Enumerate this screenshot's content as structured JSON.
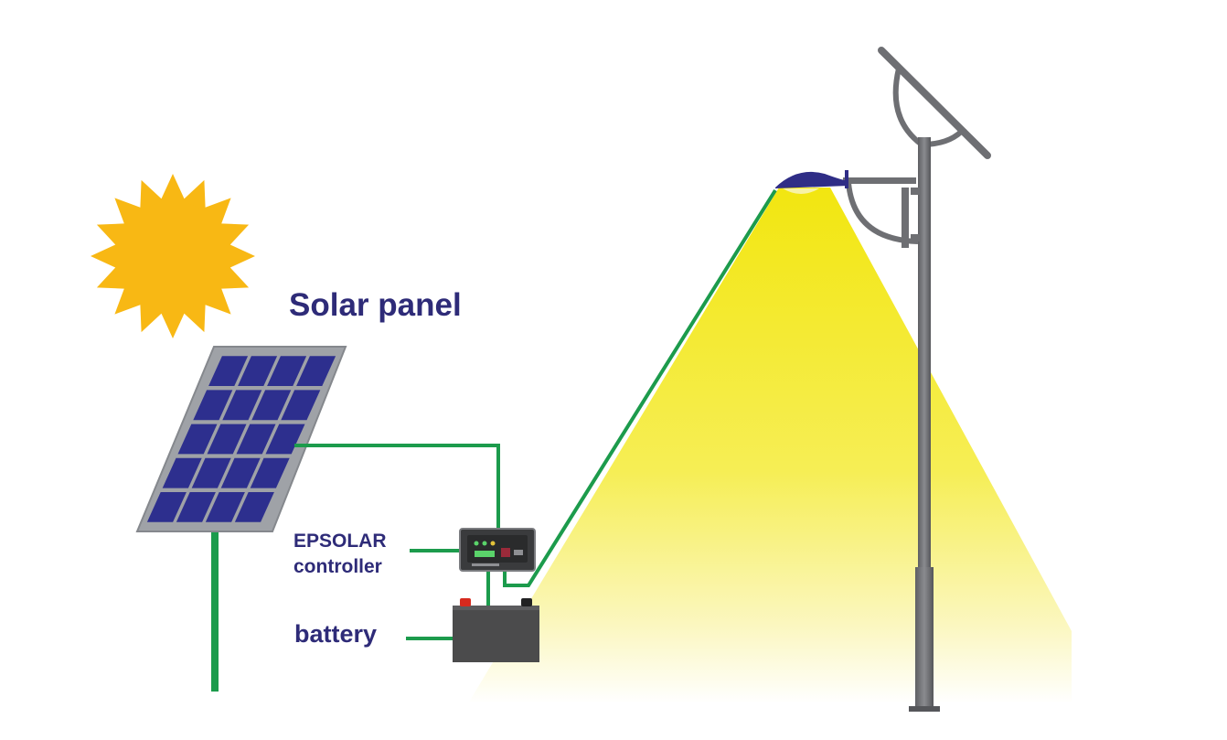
{
  "labels": {
    "solar_panel": "Solar panel",
    "controller_line1": "EPSOLAR",
    "controller_line2": "controller",
    "battery": "battery"
  },
  "colors": {
    "sun": "#f8b814",
    "wire": "#1c9b4c",
    "panel_frame": "#9fa2a7",
    "panel_cell": "#2d2f8e",
    "light_beam": "#f4ea2a",
    "pole": "#6e6f73",
    "lamp_head": "#2f2d86",
    "label_text": "#2e2b78",
    "battery": "#4b4b4c",
    "battery_positive": "#d62a1e"
  },
  "icons": [
    "sun-icon",
    "solar-panel-icon",
    "charge-controller-icon",
    "battery-icon",
    "street-light-icon"
  ]
}
